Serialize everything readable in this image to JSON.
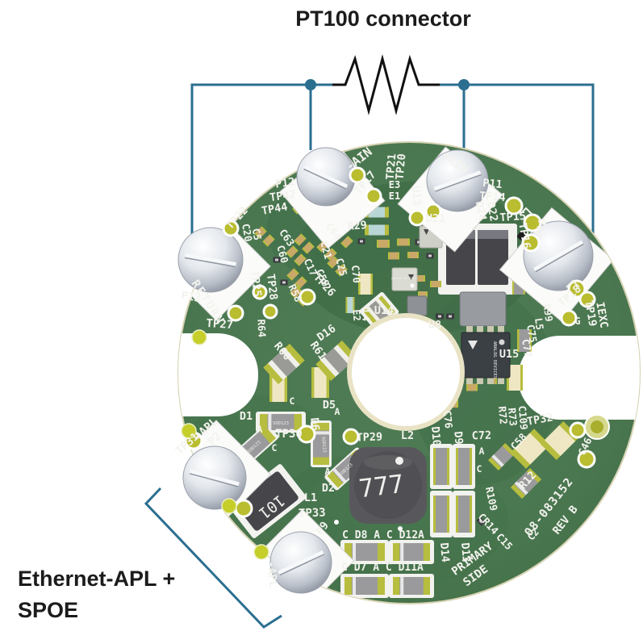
{
  "figure": {
    "title": "PT100 connector",
    "bottom_label_line1": "Ethernet-APL +",
    "bottom_label_line2": "SPOE"
  },
  "colors": {
    "wire": "#2b6e90",
    "board": "#4a7750",
    "silkscreen": "#f3f3ee",
    "pad_yellow": "#b9bd2f",
    "annotation_text": "#1b1b1b"
  },
  "pcb": {
    "silkscreen": [
      "P12",
      "TP42",
      "TP44",
      "TP22",
      "C20",
      "C5",
      "C63",
      "C60",
      "C64",
      "R29",
      "C21",
      "C17",
      "C59",
      "C25",
      "TP26",
      "C70",
      "TP25",
      "TP28",
      "R58",
      "RETURN",
      "P13",
      "TP27",
      "R64",
      "R60",
      "R61",
      "D16",
      "E2",
      "L4",
      "U14",
      "-AIN",
      "TP21",
      "TP20",
      "+AIN",
      "TP17",
      "E3",
      "E1",
      "U13",
      "P11",
      "TP14",
      "D24",
      "D22",
      "TP15",
      "TP16",
      "P10",
      "U21",
      "TP18",
      "TP19",
      "IEXC",
      "G",
      "R99",
      "L5",
      "C75",
      "C77",
      "U15",
      "U8",
      "C76",
      "R72",
      "R73",
      "C109",
      "TP32",
      "C58",
      "C46",
      "R12",
      "08-083152",
      "REV B",
      "C2",
      "R109",
      "CR14",
      "C15",
      "TP29",
      "L2",
      "D10",
      "D9",
      "C72",
      "A",
      "C",
      "+APL",
      "TP31",
      "P2",
      "D1",
      "A",
      "C",
      "TP30",
      "D5",
      "D6",
      "A",
      "C",
      "A",
      "C",
      "D2",
      "L1",
      "TP33",
      "P9",
      "-APL",
      "C D8 A C D12A",
      "C D7 A C D11A",
      "D14",
      "D13",
      "PRIMARY",
      "SIDE"
    ],
    "markings": {
      "inductor": "777",
      "choke": "101",
      "diode": "SOD123",
      "ic_brand": "ANALOG DEVICES"
    }
  }
}
